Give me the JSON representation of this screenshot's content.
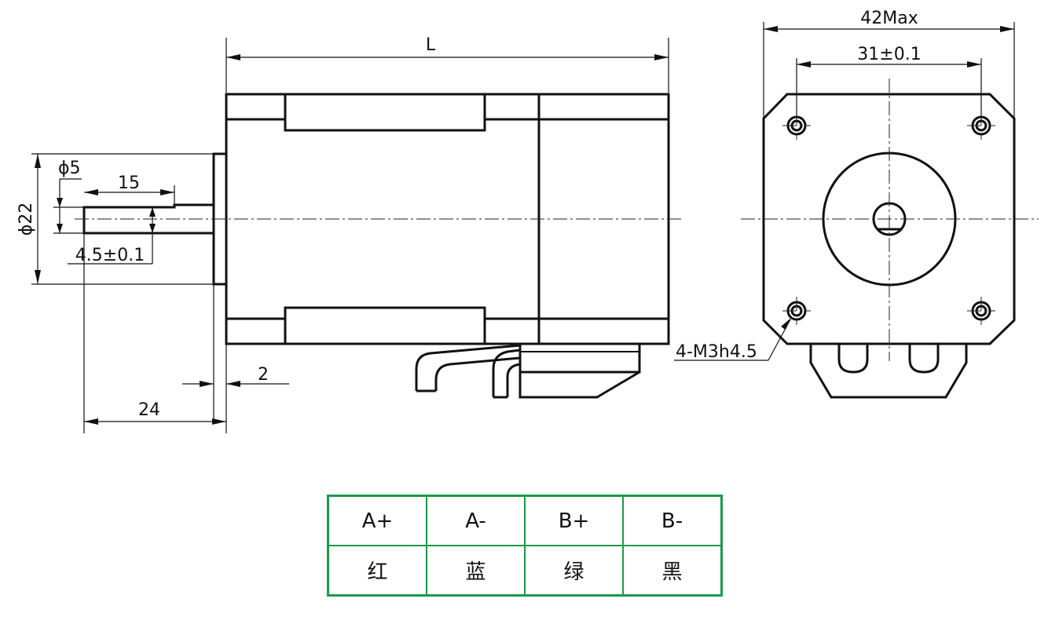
{
  "dimensions": {
    "length": "L",
    "flange_width": "42Max",
    "hole_spacing": "31±0.1",
    "shaft_diameter": "ϕ5",
    "shaft_flat_length": "15",
    "boss_diameter": "ϕ22",
    "flat_depth": "4.5±0.1",
    "boss_height": "2",
    "shaft_length": "24",
    "mounting_holes": "4-M3h4.5"
  },
  "wiring_table": {
    "headers": [
      "A+",
      "A-",
      "B+",
      "B-"
    ],
    "colors": [
      "红",
      "蓝",
      "绿",
      "黑"
    ]
  },
  "style": {
    "line_color": "#111111",
    "table_border_color": "#1a9a4a"
  }
}
